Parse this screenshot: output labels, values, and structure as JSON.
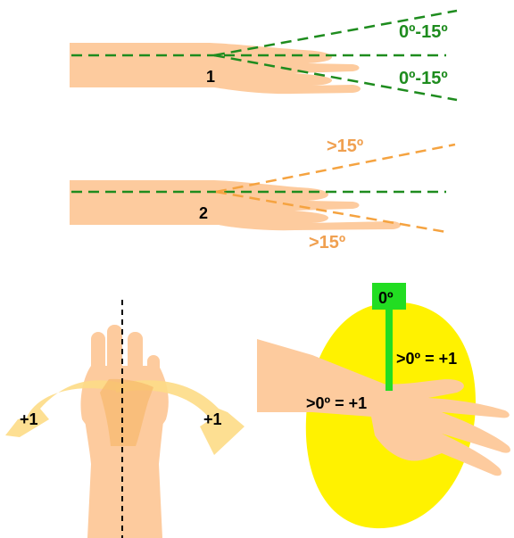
{
  "colors": {
    "skin": "#FDCB9E",
    "skin_light": "#FEE0C4",
    "green": "#1E8C1E",
    "bright_green": "#22DD22",
    "orange": "#F5A340",
    "orange_text": "#F0A050",
    "yellow": "#FFF200",
    "arrow": "#FDDC86",
    "arrow_overlap": "#F7B768",
    "black": "#000000"
  },
  "panel1": {
    "number": "1",
    "angle_upper": "0º-15º",
    "angle_lower": "0º-15º"
  },
  "panel2": {
    "number": "2",
    "angle_upper": ">15º",
    "angle_lower": ">15º"
  },
  "panel3": {
    "left_score": "+1",
    "right_score": "+1"
  },
  "panel4": {
    "zero_label": "0º",
    "upper_score": ">0º = +1",
    "lower_score": ">0º = +1"
  }
}
